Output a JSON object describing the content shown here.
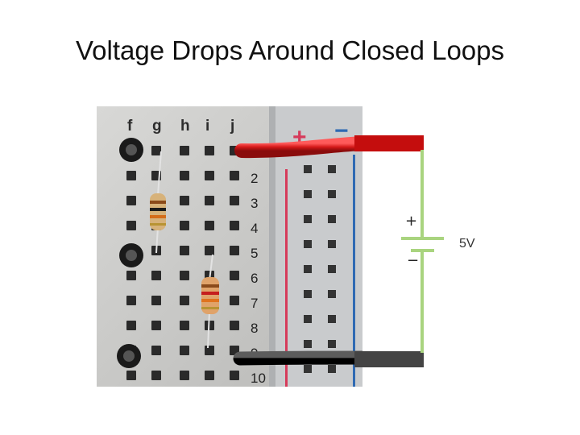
{
  "title": "Voltage Drops Around Closed Loops",
  "breadboard": {
    "column_labels": [
      "f",
      "g",
      "h",
      "i",
      "j"
    ],
    "row_labels": [
      "2",
      "3",
      "4",
      "5",
      "6",
      "7",
      "8",
      "9",
      "10"
    ],
    "rail_plus": "+",
    "rail_minus": "−"
  },
  "battery": {
    "plus_label": "+",
    "minus_label": "−",
    "voltage": "5V"
  },
  "colors": {
    "red_wire": "#d81e1e",
    "black_wire": "#1e1e1e",
    "battery_wire": "#a9d47f",
    "board": "#cfcfcd",
    "rail_red": "#d63a5a",
    "rail_blue": "#2f6ab3"
  }
}
